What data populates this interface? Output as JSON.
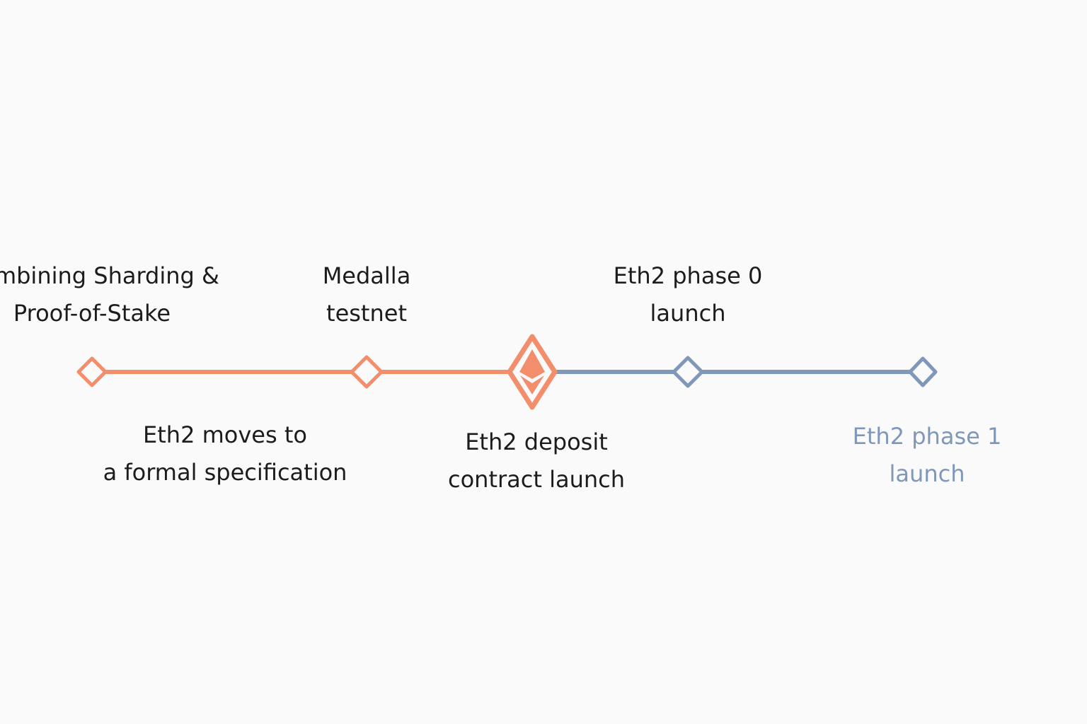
{
  "colors": {
    "background": "#fafafa",
    "completed": "#f28e6b",
    "upcoming": "#7f98b9",
    "text": "#1c1c1e",
    "text_muted": "#7f98b9"
  },
  "milestones": [
    {
      "id": "m1",
      "status": "completed",
      "icon": "diamond-outline-icon",
      "label_lines": [
        "Combining Sharding &",
        "Proof-of-Stake"
      ]
    },
    {
      "id": "m2",
      "status": "completed",
      "icon": "diamond-outline-icon",
      "label_lines": [
        "Medalla",
        "testnet"
      ]
    },
    {
      "id": "m3",
      "status": "current",
      "icon": "ethereum-diamond-icon",
      "label_lines": [
        "Eth2 deposit",
        "contract launch"
      ]
    },
    {
      "id": "m4",
      "status": "upcoming",
      "icon": "diamond-outline-icon",
      "label_lines": [
        "Eth2 phase 0",
        "launch"
      ]
    },
    {
      "id": "m5",
      "status": "upcoming",
      "icon": "diamond-outline-icon",
      "label_lines": [
        "Eth2 phase 1",
        "launch"
      ]
    }
  ],
  "interval_labels": [
    {
      "id": "between-m1-m2",
      "label_lines": [
        "Eth2 moves to",
        "a formal specification"
      ]
    }
  ]
}
